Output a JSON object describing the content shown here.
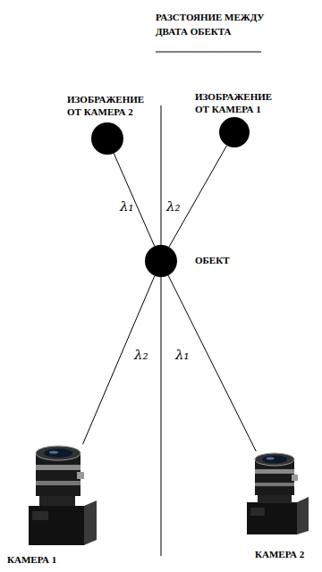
{
  "diagram": {
    "title": "РАЗСТОЯНИЕ МЕЖДУ ДВАТА ОБЕКТА",
    "nodes": [
      {
        "text": [
          "ИЗОБРАЖЕНИЕ ОТ КАМЕРА 2"
        ]
      },
      {
        "text": [
          "ИЗОБРАЖЕНИЕ ОТ КАМЕРА 1"
        ]
      },
      {
        "text": [
          "ОБЕКТ"
        ]
      },
      {
        "text": [
          "КАМЕРА 1"
        ]
      },
      {
        "text": [
          "КАМЕРА 2"
        ]
      }
    ],
    "edges": [
      {
        "from": 3,
        "to": 2,
        "arrow": "none"
      },
      {
        "from": 2,
        "to": 1,
        "arrow": "none"
      },
      {
        "from": 4,
        "to": 2,
        "arrow": "none"
      },
      {
        "from": 2,
        "to": 0,
        "arrow": "none"
      }
    ],
    "labels": [
      "λ₁",
      "λ₂",
      "λ₂",
      "λ₁"
    ]
  }
}
